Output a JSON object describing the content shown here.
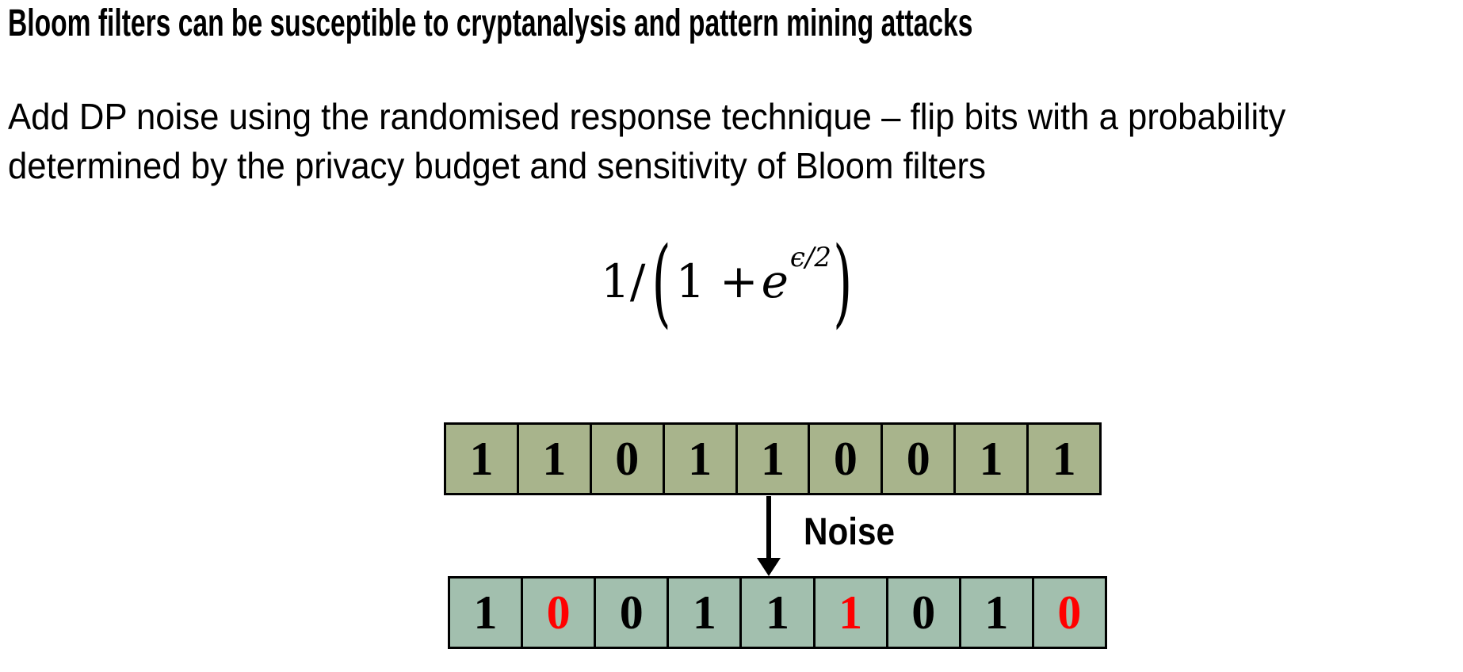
{
  "slide": {
    "title": "Bloom filters can be susceptible to cryptanalysis and pattern mining attacks",
    "body_lines": [
      "Add DP noise using the randomised response technique – flip bits with a probability",
      "determined by the privacy budget and sensitivity of Bloom filters"
    ],
    "formula": {
      "plain_text": "1/(1 + e^(ϵ/2))",
      "prefix": "1/",
      "open_paren": "(",
      "base": "1 + ",
      "euler": "e",
      "exponent": "ϵ/2",
      "close_paren": ")"
    },
    "diagram": {
      "original_filter": {
        "bits": [
          "1",
          "1",
          "0",
          "1",
          "1",
          "0",
          "0",
          "1",
          "1"
        ],
        "fill": "#a8b48c"
      },
      "arrow_label": "Noise",
      "noisy_filter": {
        "bits": [
          {
            "value": "1",
            "flipped": false
          },
          {
            "value": "0",
            "flipped": true
          },
          {
            "value": "0",
            "flipped": false
          },
          {
            "value": "1",
            "flipped": false
          },
          {
            "value": "1",
            "flipped": false
          },
          {
            "value": "1",
            "flipped": true
          },
          {
            "value": "0",
            "flipped": false
          },
          {
            "value": "1",
            "flipped": false
          },
          {
            "value": "0",
            "flipped": true
          }
        ],
        "fill": "#a2bfae"
      },
      "bit_color": "#000000",
      "flipped_color": "#ff0000",
      "border_color": "#000000"
    }
  }
}
